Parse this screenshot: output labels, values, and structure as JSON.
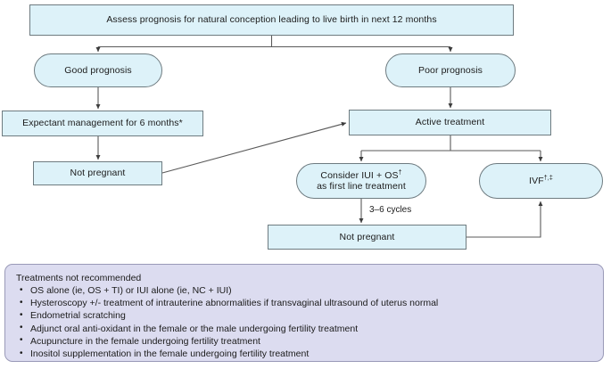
{
  "diagram": {
    "title": "Fertility management pathway flowchart",
    "colors": {
      "node_fill": "#ddf2f9",
      "node_border": "#6e7b80",
      "notes_fill": "#dcdcf0",
      "notes_border": "#9a9ab8",
      "connector": "#4a4a4a",
      "text": "#1b1b1b"
    },
    "nodes": {
      "assess": "Assess prognosis for natural conception leading to live birth in next 12 months",
      "good_prognosis": "Good prognosis",
      "poor_prognosis": "Poor prognosis",
      "expectant": "Expectant management for 6 months*",
      "not_pregnant_left": "Not pregnant",
      "active_treatment": "Active treatment",
      "consider_iui_line1": "Consider IUI + OS",
      "consider_iui_sup1": "†",
      "consider_iui_line2": "as first line treatment",
      "ivf": "IVF",
      "ivf_sup": "†,‡",
      "not_pregnant_bottom": "Not pregnant"
    },
    "edge_labels": {
      "cycles": "3–6 cycles"
    }
  },
  "notes": {
    "title": "Treatments not recommended",
    "items": [
      "OS alone (ie, OS + TI) or IUI alone (ie, NC + IUI)",
      "Hysteroscopy +/- treatment of intrauterine abnormalities if transvaginal ultrasound of uterus normal",
      "Endometrial scratching",
      "Adjunct oral anti-oxidant in the female or the male undergoing fertility treatment",
      "Acupuncture in the female undergoing fertility treatment",
      "Inositol supplementation in the female undergoing fertility treatment"
    ]
  }
}
